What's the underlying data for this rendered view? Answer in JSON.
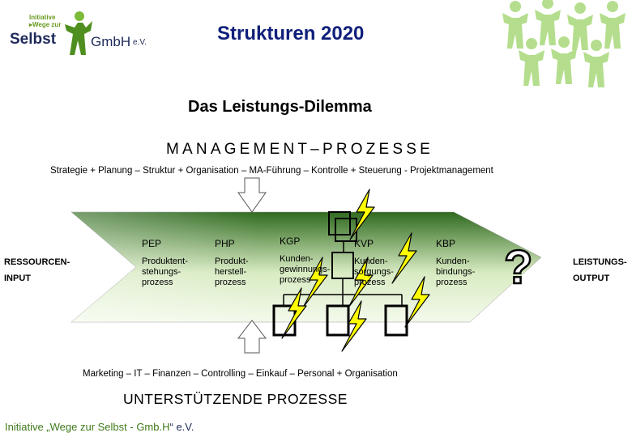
{
  "logo": {
    "initiative_line1": "Initiative",
    "initiative_line2": "▸Wege zur",
    "selbst": "Selbst",
    "gmbh": "GmbH",
    "ev": "e.V."
  },
  "title": "Strukturen 2020",
  "subtitle": "Das Leistungs-Dilemma",
  "management": {
    "heading": "MANAGEMENT–PROZESSE",
    "line": "Strategie + Planung – Struktur + Organisation – MA-Führung – Kontrolle + Steuerung - Projektmanagement"
  },
  "input": {
    "line1": "RESSOURCEN-",
    "line2": "INPUT"
  },
  "output": {
    "line1": "LEISTUNGS-",
    "line2": "OUTPUT"
  },
  "question_mark": "?",
  "processes": [
    {
      "code": "PEP",
      "name_lines": [
        "Produktent-",
        "stehungs-",
        "prozess"
      ]
    },
    {
      "code": "PHP",
      "name_lines": [
        "Produkt-",
        "herstell-",
        "prozess"
      ]
    },
    {
      "code": "KGP",
      "name_lines": [
        "Kunden-",
        "gewinnungs-",
        "prozess"
      ]
    },
    {
      "code": "KVP",
      "name_lines": [
        "Kunden-",
        "sorgungs-",
        "prozess"
      ]
    },
    {
      "code": "KBP",
      "name_lines": [
        "Kunden-",
        "bindungs-",
        "prozess"
      ]
    }
  ],
  "support": {
    "line": "Marketing – IT – Finanzen – Controlling – Einkauf – Personal + Organisation",
    "heading": "UNTERSTÜTZENDE PROZESSE"
  },
  "footer": {
    "prefix": "Initiative „Wege zur ",
    "selbst": "Selbst - Gmb.H",
    "suffix": "“ e.V."
  },
  "colors": {
    "title": "#0f1f7a",
    "arrow_dark": "#2f6a1f",
    "arrow_light": "#e8f3d8",
    "person_icon": "#9fd36a",
    "lightning": "#ffff00",
    "footer_green": "#3f7a1a",
    "footer_navy": "#1f2a5a"
  },
  "icons": [
    "people-graphic",
    "lightning-icon",
    "down-arrow-icon",
    "up-arrow-icon",
    "question-mark-icon",
    "org-chart-icon"
  ]
}
